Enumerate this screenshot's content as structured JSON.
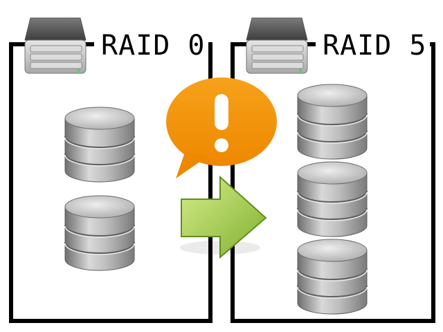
{
  "diagram": {
    "left_panel": {
      "label": "RAID 0",
      "disk_count": 2
    },
    "right_panel": {
      "label": "RAID 5",
      "disk_count": 3
    },
    "alert": {
      "symbol": "!",
      "color": "#f39200"
    },
    "arrow": {
      "direction": "right",
      "color": "#9bc53d"
    },
    "colors": {
      "frame": "#000000",
      "disk": "#9a9a9a",
      "server": "#c8c8c8",
      "server_led": "#4cd964"
    }
  }
}
